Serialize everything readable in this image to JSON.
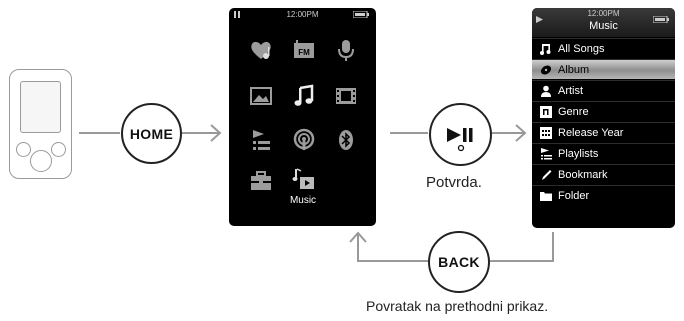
{
  "buttons": {
    "home": "HOME",
    "back": "BACK"
  },
  "home_screen": {
    "time": "12:00PM",
    "music_label": "Music",
    "icons": [
      "heart-music-icon",
      "fm-radio-icon",
      "microphone-icon",
      "photo-icon",
      "music-note-icon",
      "video-film-icon",
      "playlist-icon",
      "podcast-icon",
      "bluetooth-icon",
      "toolbox-icon",
      "music-folder-icon"
    ]
  },
  "music_screen": {
    "time": "12:00PM",
    "title": "Music",
    "items": [
      {
        "label": "All Songs",
        "icon": "note-icon"
      },
      {
        "label": "Album",
        "icon": "disc-icon"
      },
      {
        "label": "Artist",
        "icon": "person-icon"
      },
      {
        "label": "Genre",
        "icon": "genre-icon"
      },
      {
        "label": "Release Year",
        "icon": "calendar-icon"
      },
      {
        "label": "Playlists",
        "icon": "playlist-icon"
      },
      {
        "label": "Bookmark",
        "icon": "pen-icon"
      },
      {
        "label": "Folder",
        "icon": "folder-icon"
      }
    ],
    "selected": "Album"
  },
  "captions": {
    "confirm": "Potvrda.",
    "back": "Povratak na prethodni prikaz."
  },
  "colors": {
    "arrow": "#999999",
    "screen_bg": "#000000",
    "selection": "#b5b5b5"
  }
}
